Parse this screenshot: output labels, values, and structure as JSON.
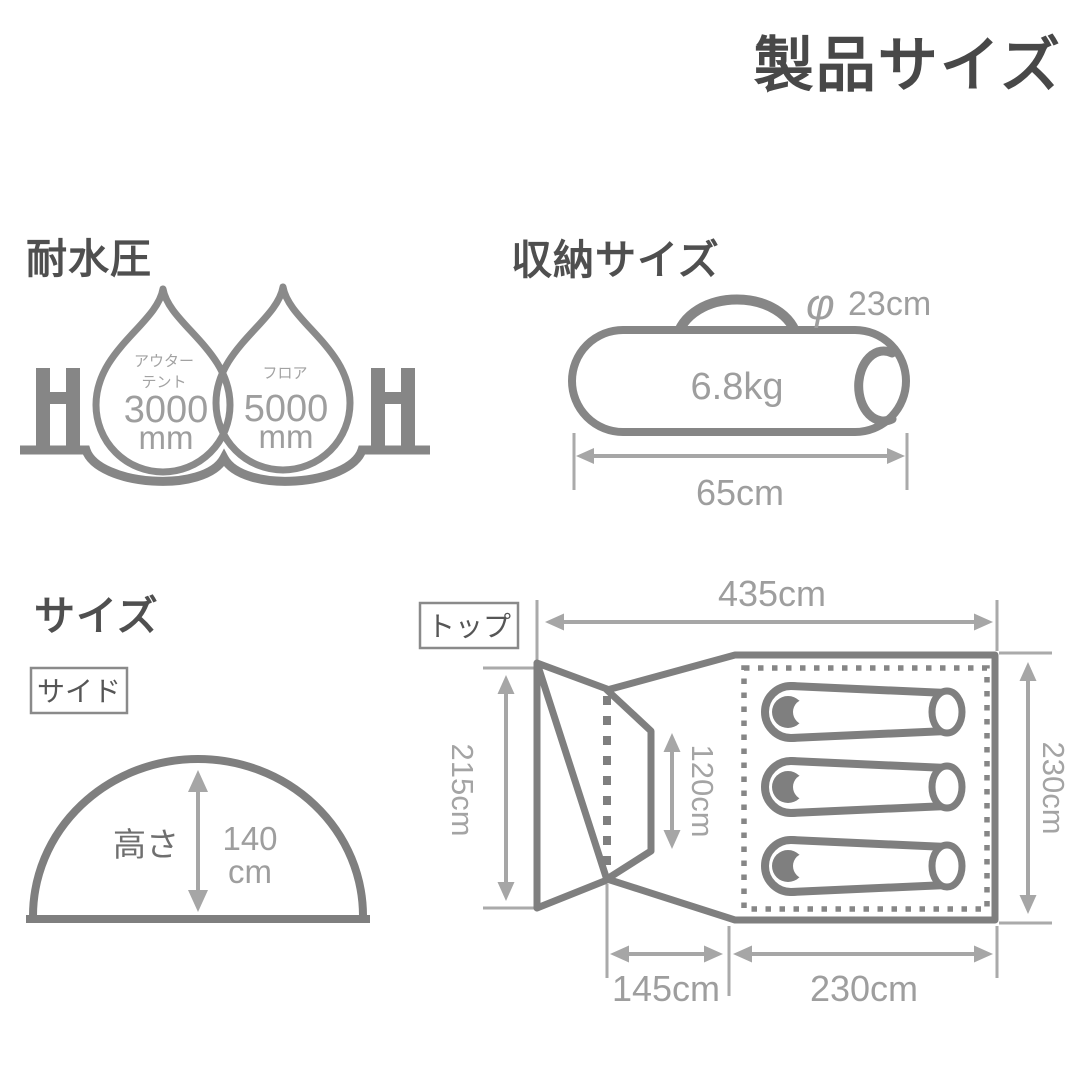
{
  "title": "製品サイズ",
  "sections": {
    "water": {
      "heading": "耐水圧",
      "drops": [
        {
          "line1": "アウター",
          "line2": "テント",
          "value": "3000",
          "unit": "mm"
        },
        {
          "line1": "フロア",
          "value": "5000",
          "unit": "mm"
        }
      ]
    },
    "storage": {
      "heading": "収納サイズ",
      "diameter_symbol": "φ",
      "diameter": "23cm",
      "weight": "6.8kg",
      "length": "65cm"
    },
    "size": {
      "heading": "サイズ",
      "side_view": {
        "label": "サイド",
        "height_label": "高さ",
        "height_value": "140",
        "height_unit": "cm"
      },
      "top_view": {
        "label": "トップ",
        "total_length": "435cm",
        "front_width": "215cm",
        "door_width": "120cm",
        "inner_width": "230cm",
        "vestibule_depth": "145cm",
        "inner_length": "230cm"
      }
    }
  },
  "colors": {
    "outline": "#7f7f7f",
    "dimension": "#a6a6a6",
    "heading_text": "#4f4f4f",
    "dimension_text": "#9e9e9e",
    "background": "#ffffff"
  }
}
